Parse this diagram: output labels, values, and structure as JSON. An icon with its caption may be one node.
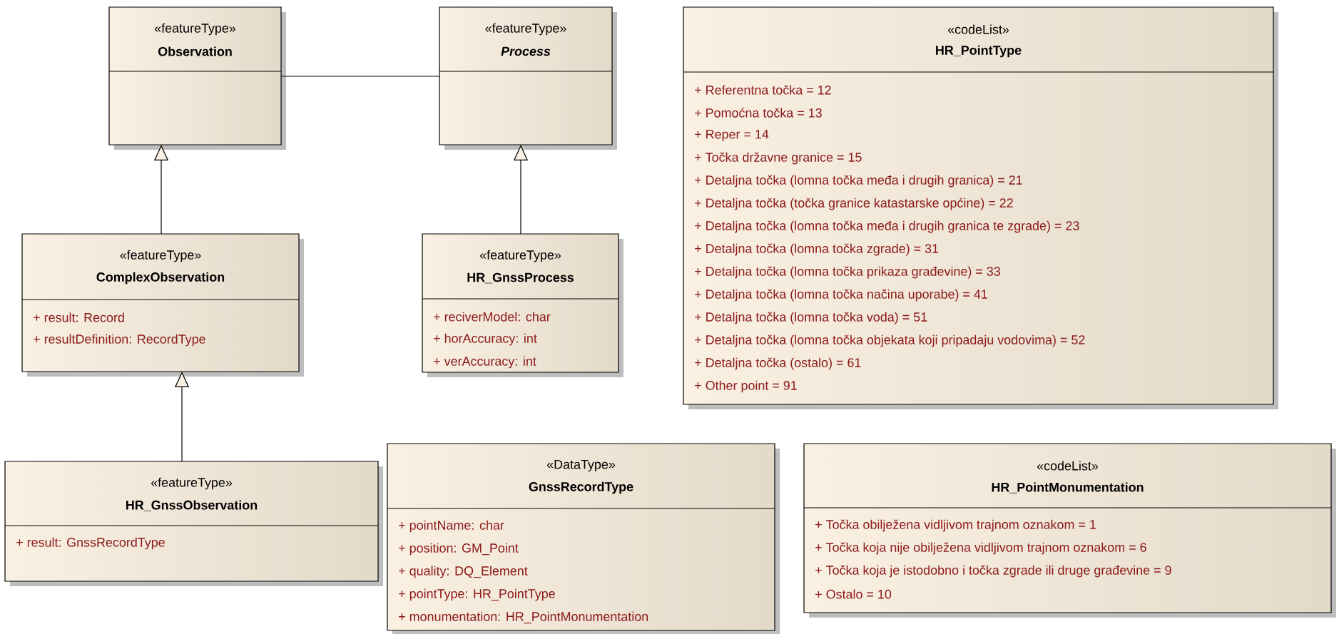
{
  "diagram": {
    "nodes": [
      {
        "text": [
          "«featureType»",
          "Observation"
        ]
      },
      {
        "text": [
          "«featureType»",
          "Process"
        ]
      },
      {
        "text": [
          "«codeList»",
          "HR_PointType",
          "+ Referentna točka = 12",
          "+ Pomoćna točka = 13",
          "+ Reper = 14",
          "+ Točka državne granice = 15",
          "+ Detaljna točka (lomna točka međa i drugih granica) = 21",
          "+ Detaljna točka (točka granice katastarske općine) = 22",
          "+ Detaljna točka (lomna točka međa i drugih granica te zgrade) = 23",
          "+ Detaljna točka (lomna točka zgrade) = 31",
          "+ Detaljna točka (lomna točka prikaza građevine) = 33",
          "+ Detaljna točka (lomna točka načina uporabe) = 41",
          "+ Detaljna točka (lomna točka voda) = 51",
          "+ Detaljna točka (lomna točka objekata koji pripadaju vodovima) = 52",
          "+ Detaljna točka (ostalo) = 61",
          "+ Other point = 91"
        ]
      },
      {
        "text": [
          "«featureType»",
          "ComplexObservation",
          "+ result: Record",
          "+ resultDefinition: RecordType"
        ]
      },
      {
        "text": [
          "«featureType»",
          "HR_GnssProcess",
          "+ reciverModel: char",
          "+ horAccuracy: int",
          "+ verAccuracy: int"
        ]
      },
      {
        "text": [
          "«featureType»",
          "HR_GnssObservation",
          "+ result: GnssRecordType"
        ]
      },
      {
        "text": [
          "«DataType»",
          "GnssRecordType",
          "+ pointName: char",
          "+ position: GM_Point",
          "+ quality: DQ_Element",
          "+ pointType: HR_PointType",
          "+ monumentation: HR_PointMonumentation"
        ]
      },
      {
        "text": [
          "«codeList»",
          "HR_PointMonumentation",
          "+ Točka obilježena vidljivom trajnom oznakom = 1",
          "+ Točka koja nije obilježena vidljivom trajnom oznakom = 6",
          "+ Točka koja je istodobno i točka zgrade ili druge građevine = 9",
          "+ Ostalo = 10"
        ]
      }
    ],
    "edges": [
      {
        "from": 0,
        "to": 1,
        "arrow": "none"
      },
      {
        "from": 3,
        "to": 0,
        "arrow": "to"
      },
      {
        "from": 4,
        "to": 1,
        "arrow": "to"
      },
      {
        "from": 5,
        "to": 3,
        "arrow": "to"
      }
    ]
  }
}
